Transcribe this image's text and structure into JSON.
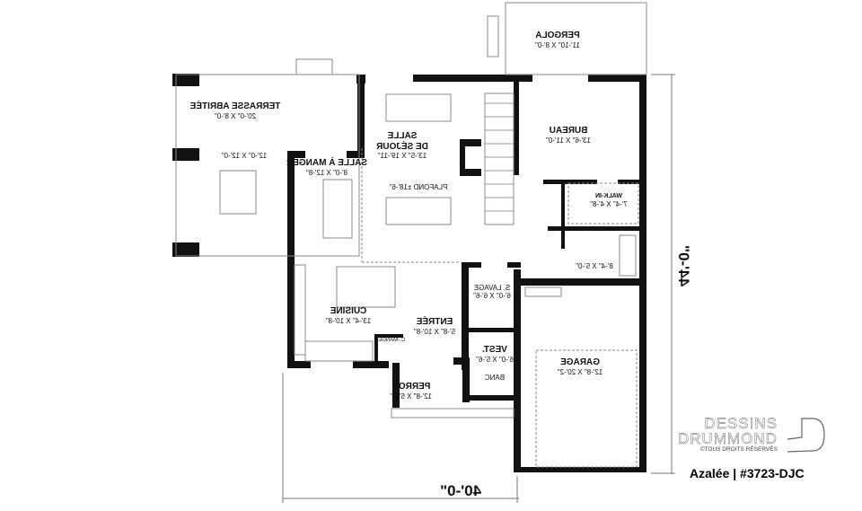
{
  "rooms": {
    "terrasse": {
      "name": "TERRASSE ABRITÉE",
      "dims": "20'-0\" X 8'-0\""
    },
    "terrasse_table": {
      "dims": "12'-0\" X 12'-0\""
    },
    "salle_manger": {
      "name": "SALLE À MANGER",
      "dims": "8'-0\" X 12'-8\""
    },
    "sejour": {
      "name1": "SALLE",
      "name2": "DE SÉJOUR",
      "dims": "13'-5\" X 19'-11\""
    },
    "plafond": "PLAFOND ±18'-6\"",
    "pergola": {
      "name": "PERGOLA",
      "dims": "11'-10\" X 8'-0\""
    },
    "bureau": {
      "name": "BUREAU",
      "dims": "13'-6\" X 11'-0\""
    },
    "walkin": {
      "name": "WALK-IN",
      "dims": "7'-4\" X 4'-8\""
    },
    "salle_bain": {
      "dims": "8'-4\" X 5'-0\""
    },
    "lavage": {
      "name": "S. LAVAGE",
      "dims": "6'-0\" X 6'-6\""
    },
    "cuisine": {
      "name": "CUISINE",
      "dims": "13'-4\" X 10'-8\""
    },
    "entree": {
      "name": "ENTRÉE",
      "dims": "5'-8\" X 10'-8\""
    },
    "vest": {
      "name": "VEST.",
      "dims": "6'-0\" X 5'-6\""
    },
    "banc": "BANC",
    "c_manger": "C.-MANGER",
    "garage": {
      "name": "GARAGE",
      "dims": "12'-8\" X 20'-2\""
    },
    "perron": {
      "name": "PERRON",
      "dims": "12'-8\" X 5'-0\""
    }
  },
  "dimensions": {
    "width": "40'-0\"",
    "depth": "44'-0\""
  },
  "logo": {
    "line1": "DESSINS",
    "line2": "DRUMMOND",
    "line3": "©TOUS DROITS RÉSERVÉS"
  },
  "plan_id": "Azalée | #3723-DJC"
}
